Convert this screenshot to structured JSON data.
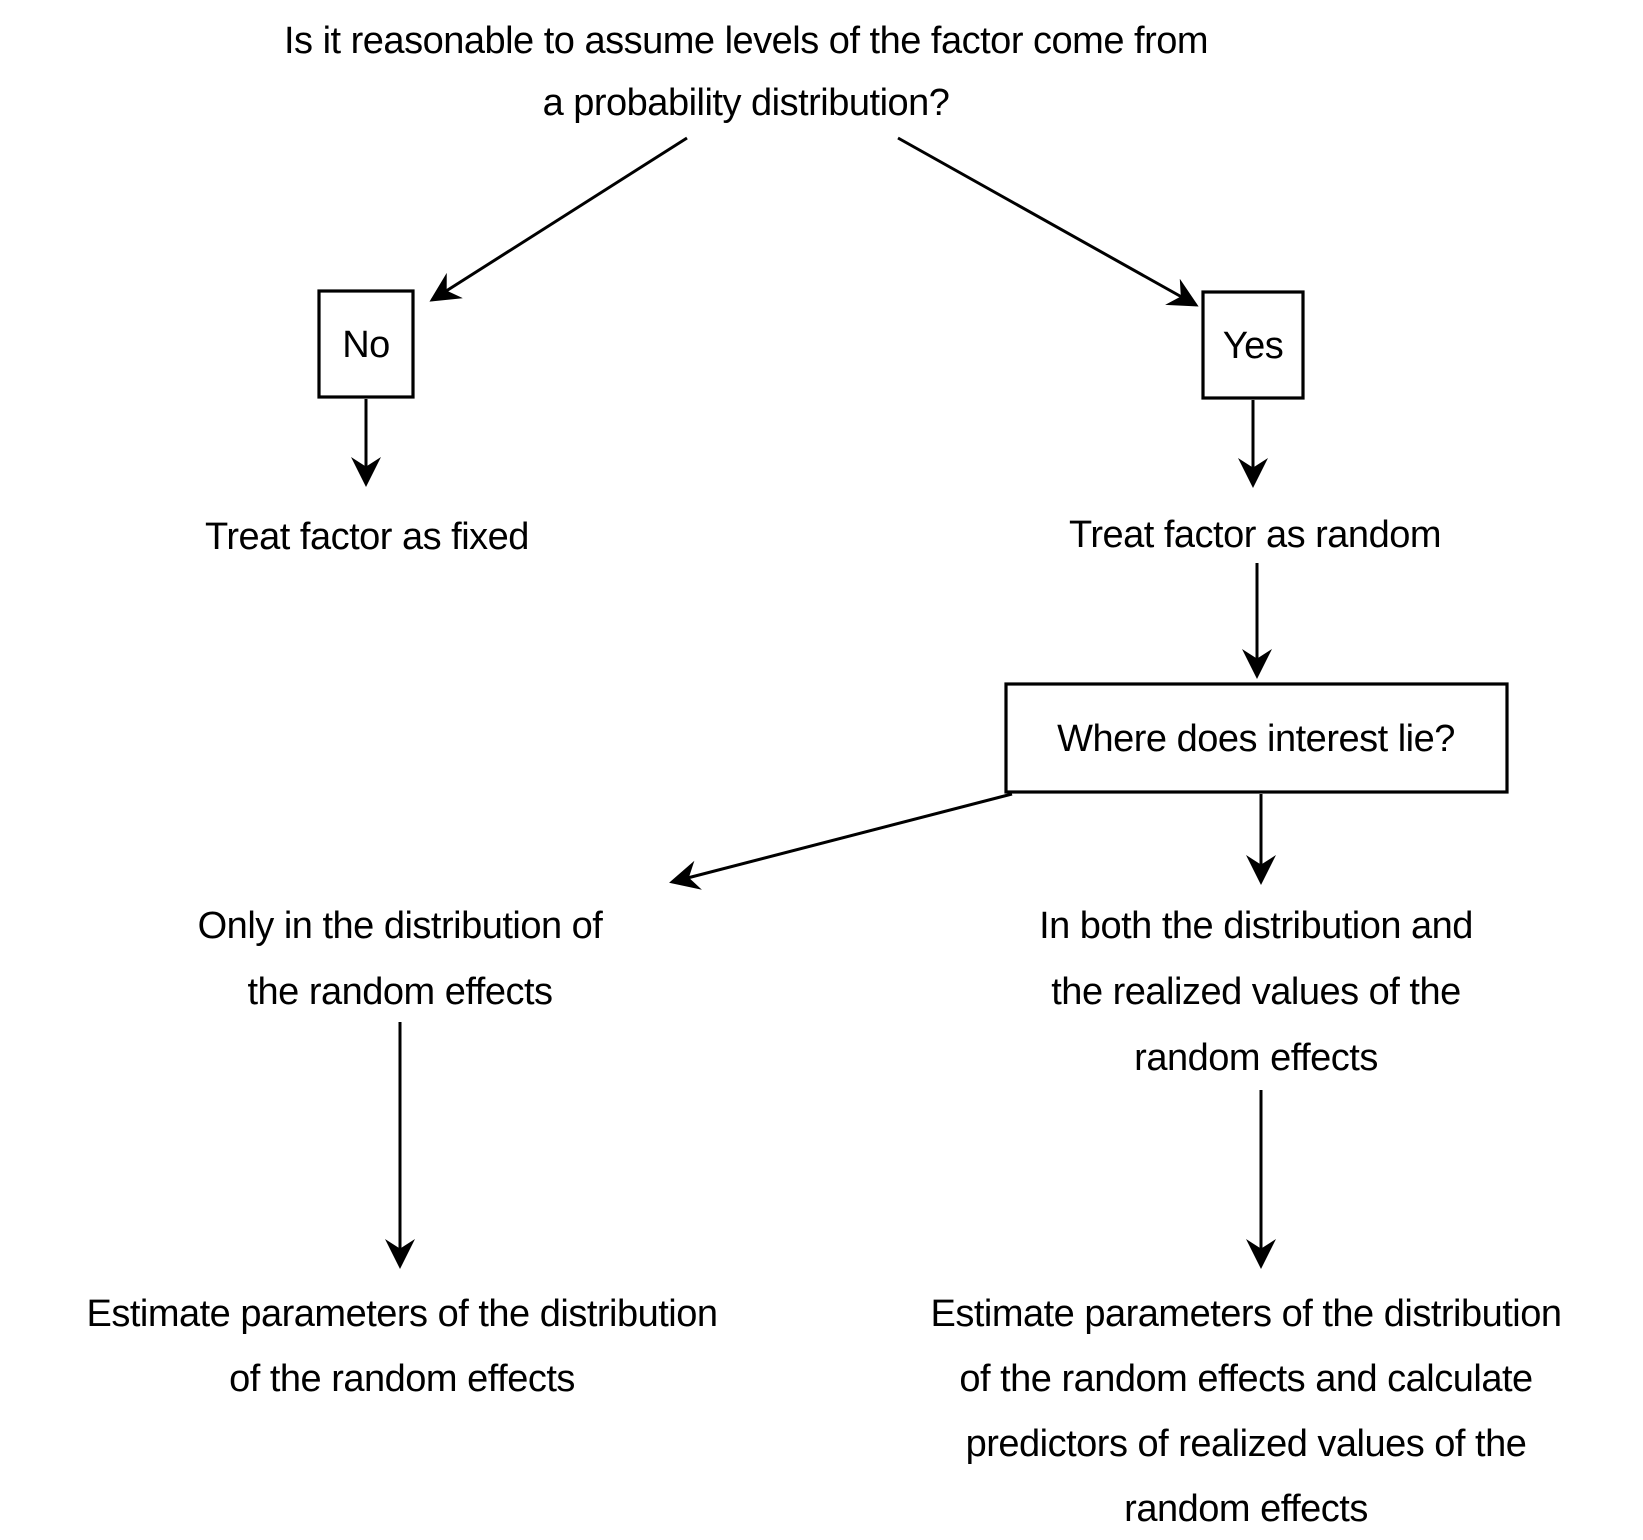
{
  "diagram": {
    "title": "Fixed vs random factor decision flowchart",
    "colors": {
      "ink": "#000000",
      "background": "#ffffff"
    },
    "question": {
      "line1": "Is it reasonable to assume levels of the factor come from",
      "line2": "a probability distribution?"
    },
    "answers": {
      "no": "No",
      "yes": "Yes"
    },
    "fixed_result": "Treat factor as fixed",
    "random_result": "Treat factor as random",
    "interest_question": "Where does interest lie?",
    "left_branch": {
      "line1": "Only in the distribution of",
      "line2": "the random effects"
    },
    "right_branch": {
      "line1": "In both the distribution and",
      "line2": "the realized values of the",
      "line3": "random effects"
    },
    "left_outcome": {
      "line1": "Estimate parameters of the distribution",
      "line2": "of the random effects"
    },
    "right_outcome": {
      "line1": "Estimate parameters of the distribution",
      "line2": "of the random effects and calculate",
      "line3": "predictors of realized values of the",
      "line4": "random effects"
    }
  }
}
